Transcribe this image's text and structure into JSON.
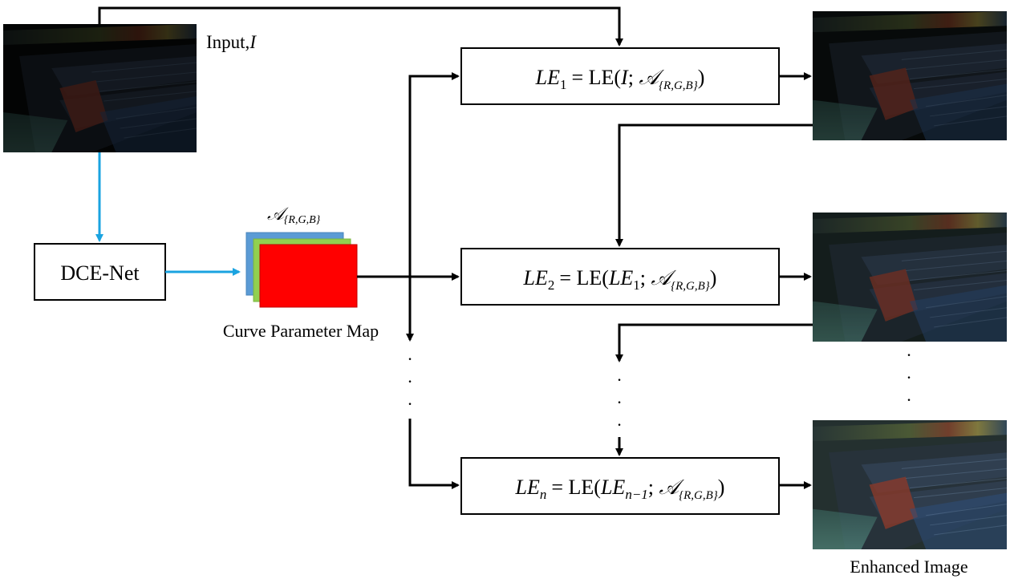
{
  "diagram": {
    "input_label": "Input,",
    "input_symbol": "I",
    "dce_net_label": "DCE-Net",
    "param_map_symbol": "𝒜",
    "param_map_subscript": "{R,G,B}",
    "curve_param_label": "Curve Parameter Map",
    "enhanced_label": "Enhanced Image",
    "vertical_dots": "·",
    "formulas": [
      {
        "lhs": "LE",
        "lhs_sub": "1",
        "rhs_prefix": "= LE(",
        "arg": "I",
        "arg_sub": "",
        "tail": "; ",
        "param": "𝒜",
        "param_sub": "{R,G,B}",
        "close": ")"
      },
      {
        "lhs": "LE",
        "lhs_sub": "2",
        "rhs_prefix": "= LE(",
        "arg": "LE",
        "arg_sub": "1",
        "tail": "; ",
        "param": "𝒜",
        "param_sub": "{R,G,B}",
        "close": ")"
      },
      {
        "lhs": "LE",
        "lhs_sub": "n",
        "rhs_prefix": "= LE(",
        "arg": "LE",
        "arg_sub": "n−1",
        "tail": "; ",
        "param": "𝒜",
        "param_sub": "{R,G,B}",
        "close": ")"
      }
    ],
    "colors": {
      "blue_arrow": "#1aa3e0",
      "map_blue": "#5b9bd5",
      "map_green": "#92d050",
      "map_red": "#ff0000",
      "stroke": "#000000"
    }
  }
}
